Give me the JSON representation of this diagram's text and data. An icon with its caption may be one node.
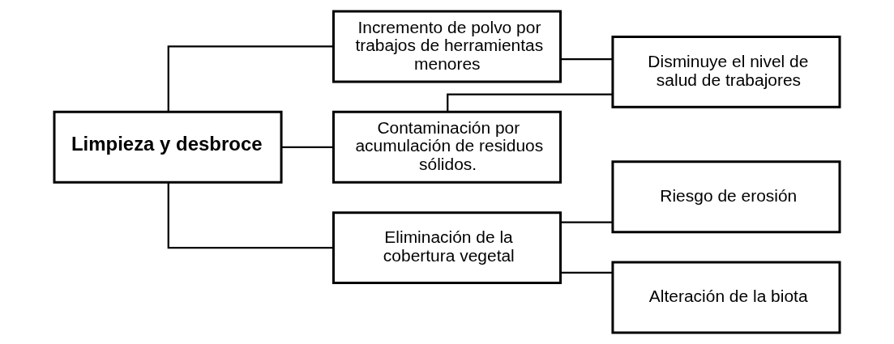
{
  "diagram": {
    "nodes": [
      {
        "text": [
          "Limpieza y desbroce"
        ]
      },
      {
        "text": [
          "Incremento de polvo por trabajos de herramientas menores"
        ]
      },
      {
        "text": [
          "Contaminación por acumulación de residuos sólidos."
        ]
      },
      {
        "text": [
          "Eliminación de la cobertura vegetal"
        ]
      },
      {
        "text": [
          "Disminuye el nivel de salud de trabajores"
        ]
      },
      {
        "text": [
          "Riesgo de erosión"
        ]
      },
      {
        "text": [
          "Alteración de la biota"
        ]
      }
    ],
    "edges": [
      {
        "from": 0,
        "to": 1,
        "arrow": "none"
      },
      {
        "from": 0,
        "to": 2,
        "arrow": "none"
      },
      {
        "from": 0,
        "to": 3,
        "arrow": "none"
      },
      {
        "from": 1,
        "to": 4,
        "arrow": "none"
      },
      {
        "from": 2,
        "to": 4,
        "arrow": "none"
      },
      {
        "from": 3,
        "to": 5,
        "arrow": "none"
      },
      {
        "from": 3,
        "to": 6,
        "arrow": "none"
      }
    ]
  }
}
